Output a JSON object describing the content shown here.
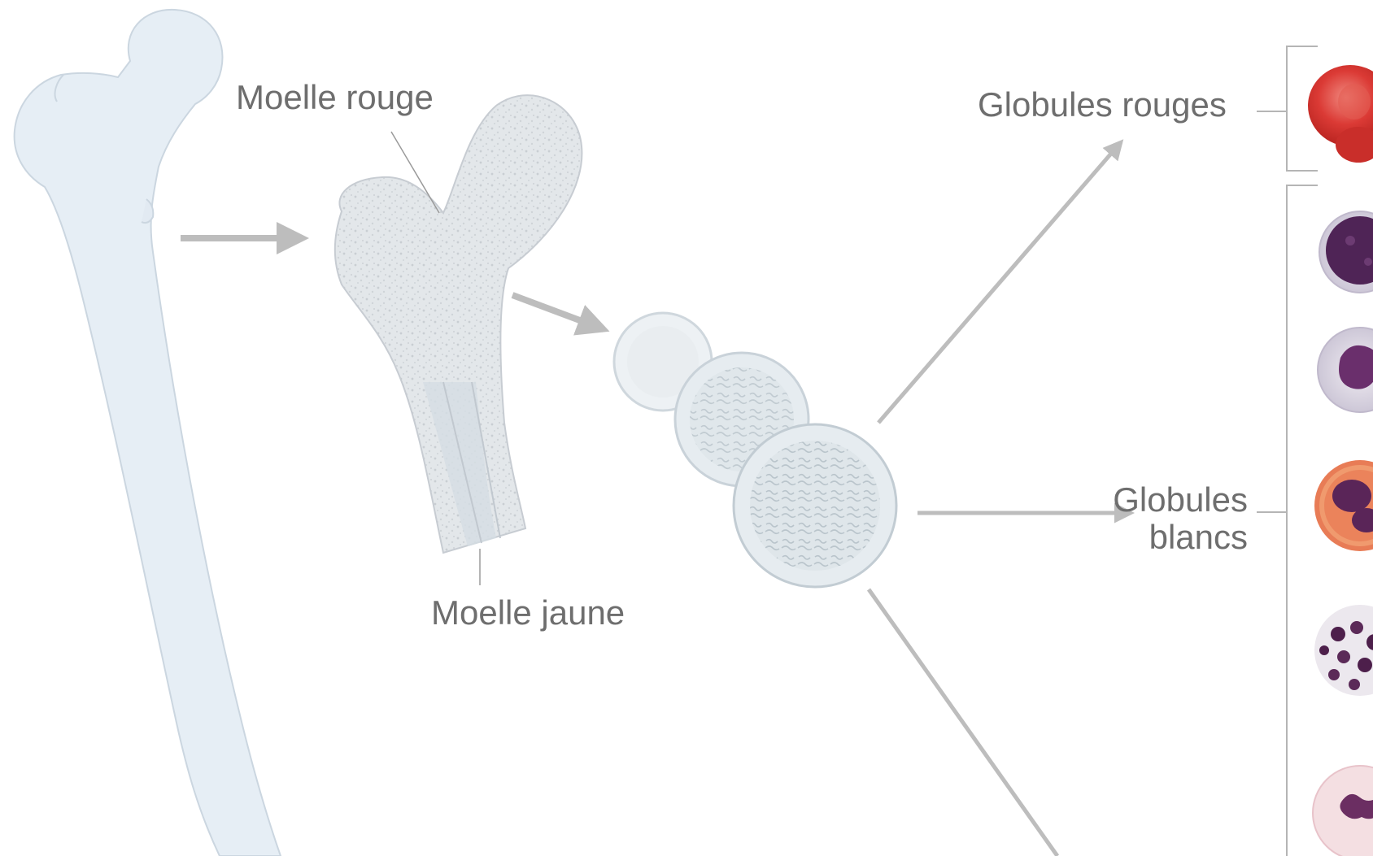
{
  "labels": {
    "red_marrow": "Moelle rouge",
    "yellow_marrow": "Moelle jaune",
    "red_blood_cells": "Globules rouges",
    "white_blood_cells_line1": "Globules",
    "white_blood_cells_line2": "blancs"
  },
  "colors": {
    "bone": "#e4ecf3",
    "bone_outline": "#c9d3dd",
    "arrow": "#bdbdbd",
    "label_text": "#6e6e6e",
    "leader_line": "#9a9a9a",
    "red_cell": "#d83a35",
    "white_cell_nucleus": "#5a2a5c"
  }
}
